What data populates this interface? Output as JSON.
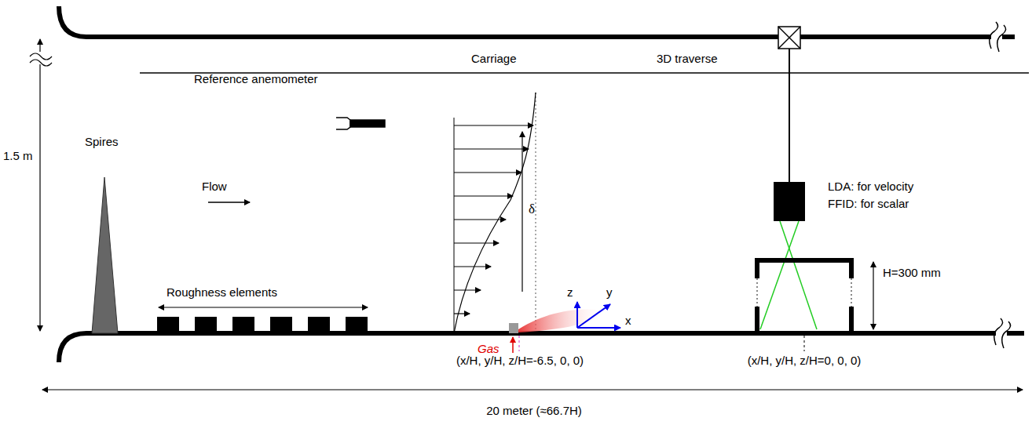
{
  "diagram": {
    "labels": [
      "Carriage",
      "3D traverse",
      "Reference anemometer",
      "1.5 m",
      "Spires",
      "Flow",
      "Roughness elements",
      "δ",
      "z",
      "y",
      "x",
      "Gas",
      "(x/H, y/H, z/H=-6.5, 0, 0)",
      "LDA: for velocity",
      "FFID: for scalar",
      "H=300 mm",
      "(x/H, y/H, z/H=0, 0, 0)",
      "20 meter (≈66.7H)"
    ]
  }
}
